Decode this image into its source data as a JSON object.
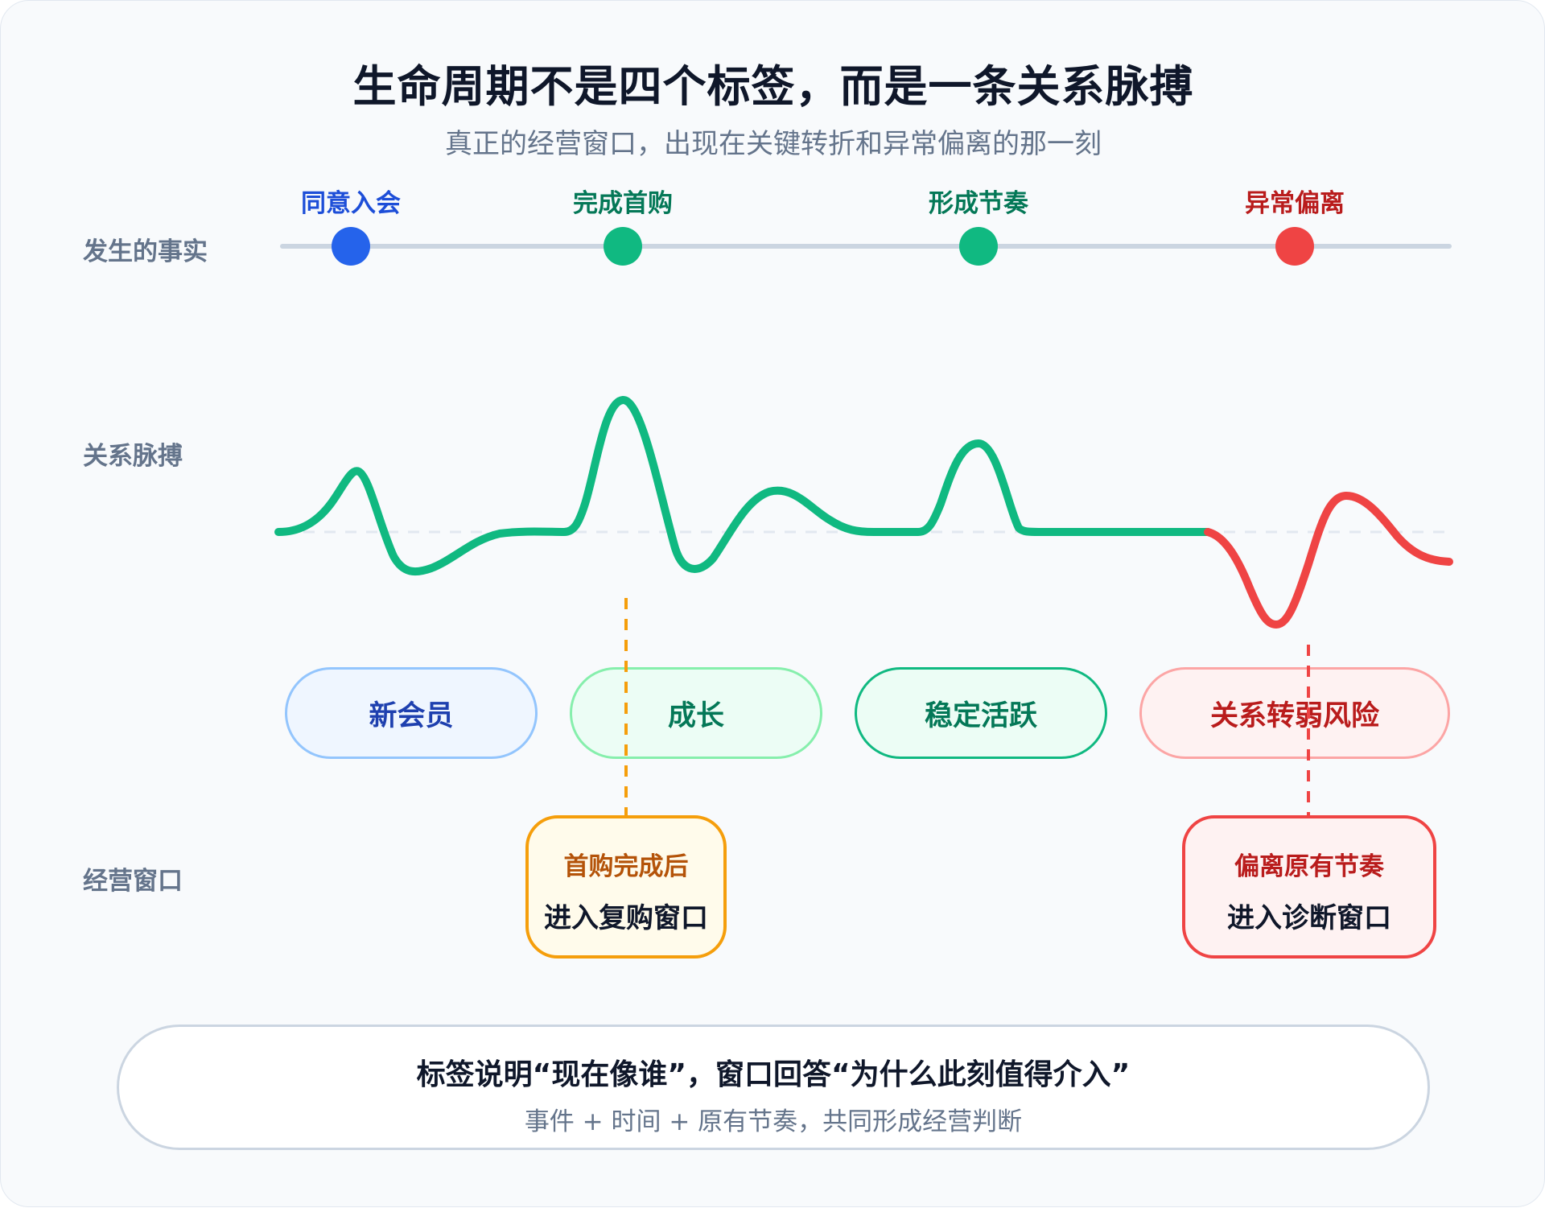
{
  "header": {
    "title": "生命周期不是四个标签，而是一条关系脉搏",
    "subtitle": "真正的经营窗口，出现在关键转折和异常偏离的那一刻"
  },
  "rows": {
    "events": "发生的事实",
    "pulse": "关系脉搏",
    "windows": "经营窗口"
  },
  "events": [
    {
      "label": "同意入会",
      "color": "#2563eb"
    },
    {
      "label": "完成首购",
      "color": "#10b981"
    },
    {
      "label": "形成节奏",
      "color": "#10b981"
    },
    {
      "label": "异常偏离",
      "color": "#ef4444"
    }
  ],
  "stages": [
    {
      "label": "新会员",
      "text_color": "#1e40af",
      "fill": "#eff6ff",
      "border": "#93c5fd"
    },
    {
      "label": "成长",
      "text_color": "#047857",
      "fill": "#ecfdf5",
      "border": "#86efac"
    },
    {
      "label": "稳定活跃",
      "text_color": "#047857",
      "fill": "#ecfdf5",
      "border": "#10b981"
    },
    {
      "label": "关系转弱风险",
      "text_color": "#b91c1c",
      "fill": "#fef2f2",
      "border": "#fca5a5"
    }
  ],
  "windows": [
    {
      "line1": "首购完成后",
      "line2": "进入复购窗口",
      "accent": "#f59e0b",
      "fill": "#fffbeb",
      "title_color": "#b45309"
    },
    {
      "line1": "偏离原有节奏",
      "line2": "进入诊断窗口",
      "accent": "#ef4444",
      "fill": "#fef2f2",
      "title_color": "#b91c1c"
    }
  ],
  "pulse": {
    "normal_color": "#10b981",
    "risk_color": "#ef4444",
    "baseline_color": "#e2e8f0",
    "timeline_color": "#cbd5e1"
  },
  "summary": {
    "line1": "标签说明“现在像谁”，窗口回答“为什么此刻值得介入”",
    "line2": "事件 + 时间 + 原有节奏，共同形成经营判断"
  }
}
